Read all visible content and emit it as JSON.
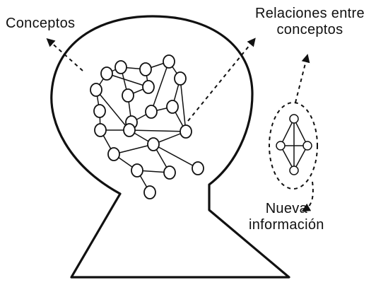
{
  "labels": {
    "concepts": "Conceptos",
    "relations_line_1": "Relaciones entre",
    "relations_line_2": "conceptos",
    "new_info_line_1": "Nueva",
    "new_info_line_2": "información"
  },
  "colors": {
    "ink": "#111111",
    "background": "#ffffff"
  },
  "icons": {
    "main_network": "concept-network-icon",
    "new_info_cluster": "new-information-cluster-icon",
    "head_outline": "head-outline-icon"
  }
}
